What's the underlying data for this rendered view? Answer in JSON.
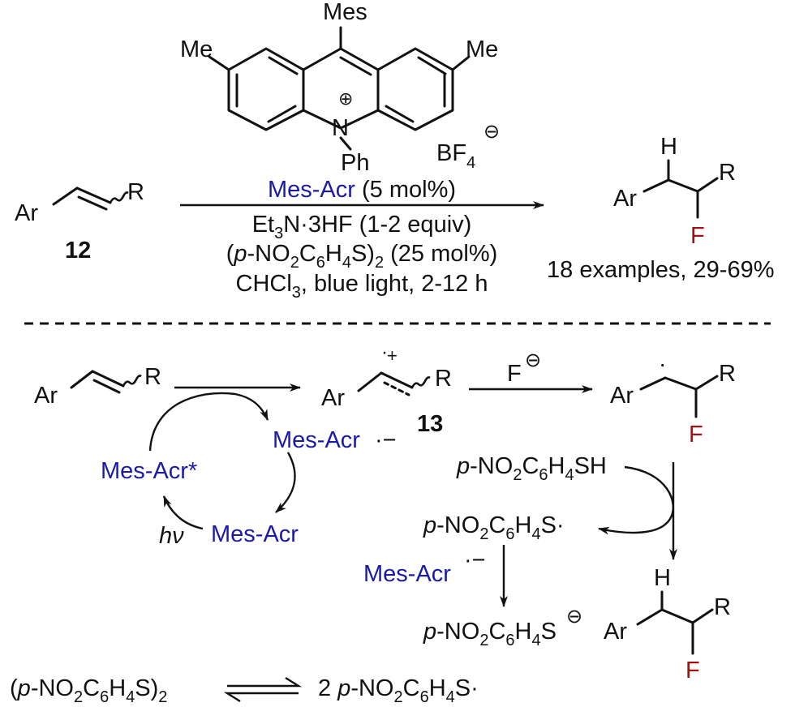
{
  "top": {
    "catalyst": {
      "mes": "Mes",
      "me_left": "Me",
      "me_right": "Me",
      "charge": "⊕",
      "n": "N",
      "ph": "Ph",
      "bf4": "BF",
      "bf4_sub": "4",
      "bf4_charge": "⊖"
    },
    "substrate": {
      "ar": "Ar",
      "r": "R",
      "label": "12"
    },
    "conditions": {
      "line1_name": "Mes-Acr",
      "line1_rest": " (5 mol%)",
      "line2_a": "Et",
      "line2_sub": "3",
      "line2_b": "N·3HF (1-2 equiv)",
      "line3_a": "(",
      "line3_p": "p",
      "line3_b": "-NO",
      "line3_s1": "2",
      "line3_c": "C",
      "line3_s2": "6",
      "line3_d": "H",
      "line3_s3": "4",
      "line3_e": "S)",
      "line3_s4": "2",
      "line3_f": " (25 mol%)",
      "line4_a": "CHCl",
      "line4_sub": "3",
      "line4_b": ", blue light, 2-12 h"
    },
    "product": {
      "h": "H",
      "ar": "Ar",
      "r": "R",
      "f": "F",
      "yield": "18 examples, 29-69%"
    }
  },
  "mechanism": {
    "start_ar": "Ar",
    "start_r": "R",
    "radcat_ar": "Ar",
    "radcat_r": "R",
    "radcat_dot": "·",
    "radcat_plus": "+",
    "radcat_label": "13",
    "fluoride": "F",
    "fluoride_charge": "⊖",
    "rad_ar": "Ar",
    "rad_r": "R",
    "rad_f": "F",
    "rad_dot": "·",
    "acr_anion": "Mes-Acr",
    "acr_anion_charge": "·−",
    "acr_excited": "Mes-Acr*",
    "acr_ground": "Mes-Acr",
    "hv_h": "h",
    "hv_nu": "ν",
    "thiol": {
      "p": "p",
      "a": "-NO",
      "s1": "2",
      "b": "C",
      "s2": "6",
      "c": "H",
      "s3": "4",
      "d": "SH"
    },
    "thiyl": {
      "p": "p",
      "a": "-NO",
      "s1": "2",
      "b": "C",
      "s2": "6",
      "c": "H",
      "s3": "4",
      "d": "S·"
    },
    "acr_anion2": "Mes-Acr",
    "acr_anion2_charge": "·−",
    "thiolate": {
      "p": "p",
      "a": "-NO",
      "s1": "2",
      "b": "C",
      "s2": "6",
      "c": "H",
      "s3": "4",
      "d": "S",
      "charge": "⊖"
    },
    "final": {
      "h": "H",
      "ar": "Ar",
      "r": "R",
      "f": "F"
    }
  },
  "equilibrium": {
    "left": {
      "a": "(",
      "p": "p",
      "b": "-NO",
      "s1": "2",
      "c": "C",
      "s2": "6",
      "d": "H",
      "s3": "4",
      "e": "S)",
      "s4": "2"
    },
    "right": {
      "n": "2 ",
      "p": "p",
      "a": "-NO",
      "s1": "2",
      "b": "C",
      "s2": "6",
      "c": "H",
      "s3": "4",
      "d": "S·"
    }
  },
  "colors": {
    "blue": "#1a1aa6",
    "red": "#a31212",
    "black": "#111111"
  }
}
